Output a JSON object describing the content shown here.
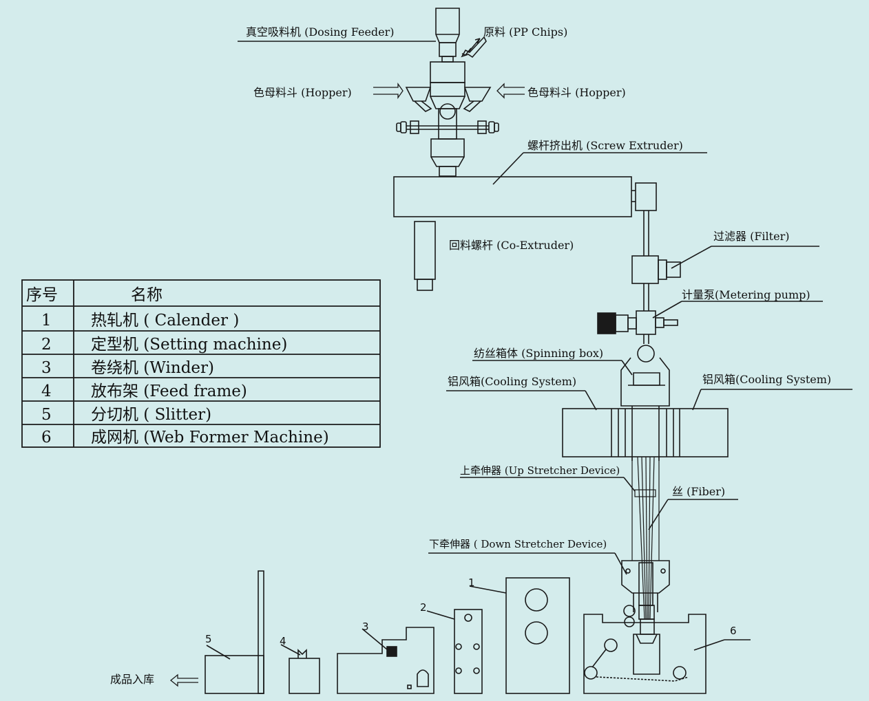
{
  "labels": {
    "dosing_feeder": "真空吸料机 (Dosing Feeder)",
    "pp_chips": "原料 (PP Chips)",
    "hopper_left": "色母料斗 (Hopper)",
    "hopper_right": "色母料斗 (Hopper)",
    "screw_extruder": "螺杆挤出机 (Screw Extruder)",
    "co_extruder": "回料螺杆 (Co-Extruder)",
    "filter": "过滤器 (Filter)",
    "metering_pump": "计量泵(Metering pump)",
    "spinning_box": "纺丝箱体 (Spinning box)",
    "cooling_left": "铝风箱(Cooling System)",
    "cooling_right": "铝风箱(Cooling System)",
    "up_stretcher": "上牵伸器 (Up Stretcher Device)",
    "fiber": "丝 (Fiber)",
    "down_stretcher": "下牵伸器 ( Down Stretcher Device)",
    "finished_product": "成品入库"
  },
  "machine_numbers": [
    "1",
    "2",
    "3",
    "4",
    "5",
    "6"
  ],
  "table": {
    "headers": [
      "序号",
      "名称"
    ],
    "rows": [
      [
        "1",
        "热轧机 ( Calender )"
      ],
      [
        "2",
        "定型机 (Setting machine)"
      ],
      [
        "3",
        "卷绕机 (Winder)"
      ],
      [
        "4",
        "放布架 (Feed frame)"
      ],
      [
        "5",
        "分切机 ( Slitter)"
      ],
      [
        "6",
        "成网机 (Web Former Machine)"
      ]
    ]
  },
  "colors": {
    "background": "#d4ecec",
    "line": "#1a1a1a"
  }
}
